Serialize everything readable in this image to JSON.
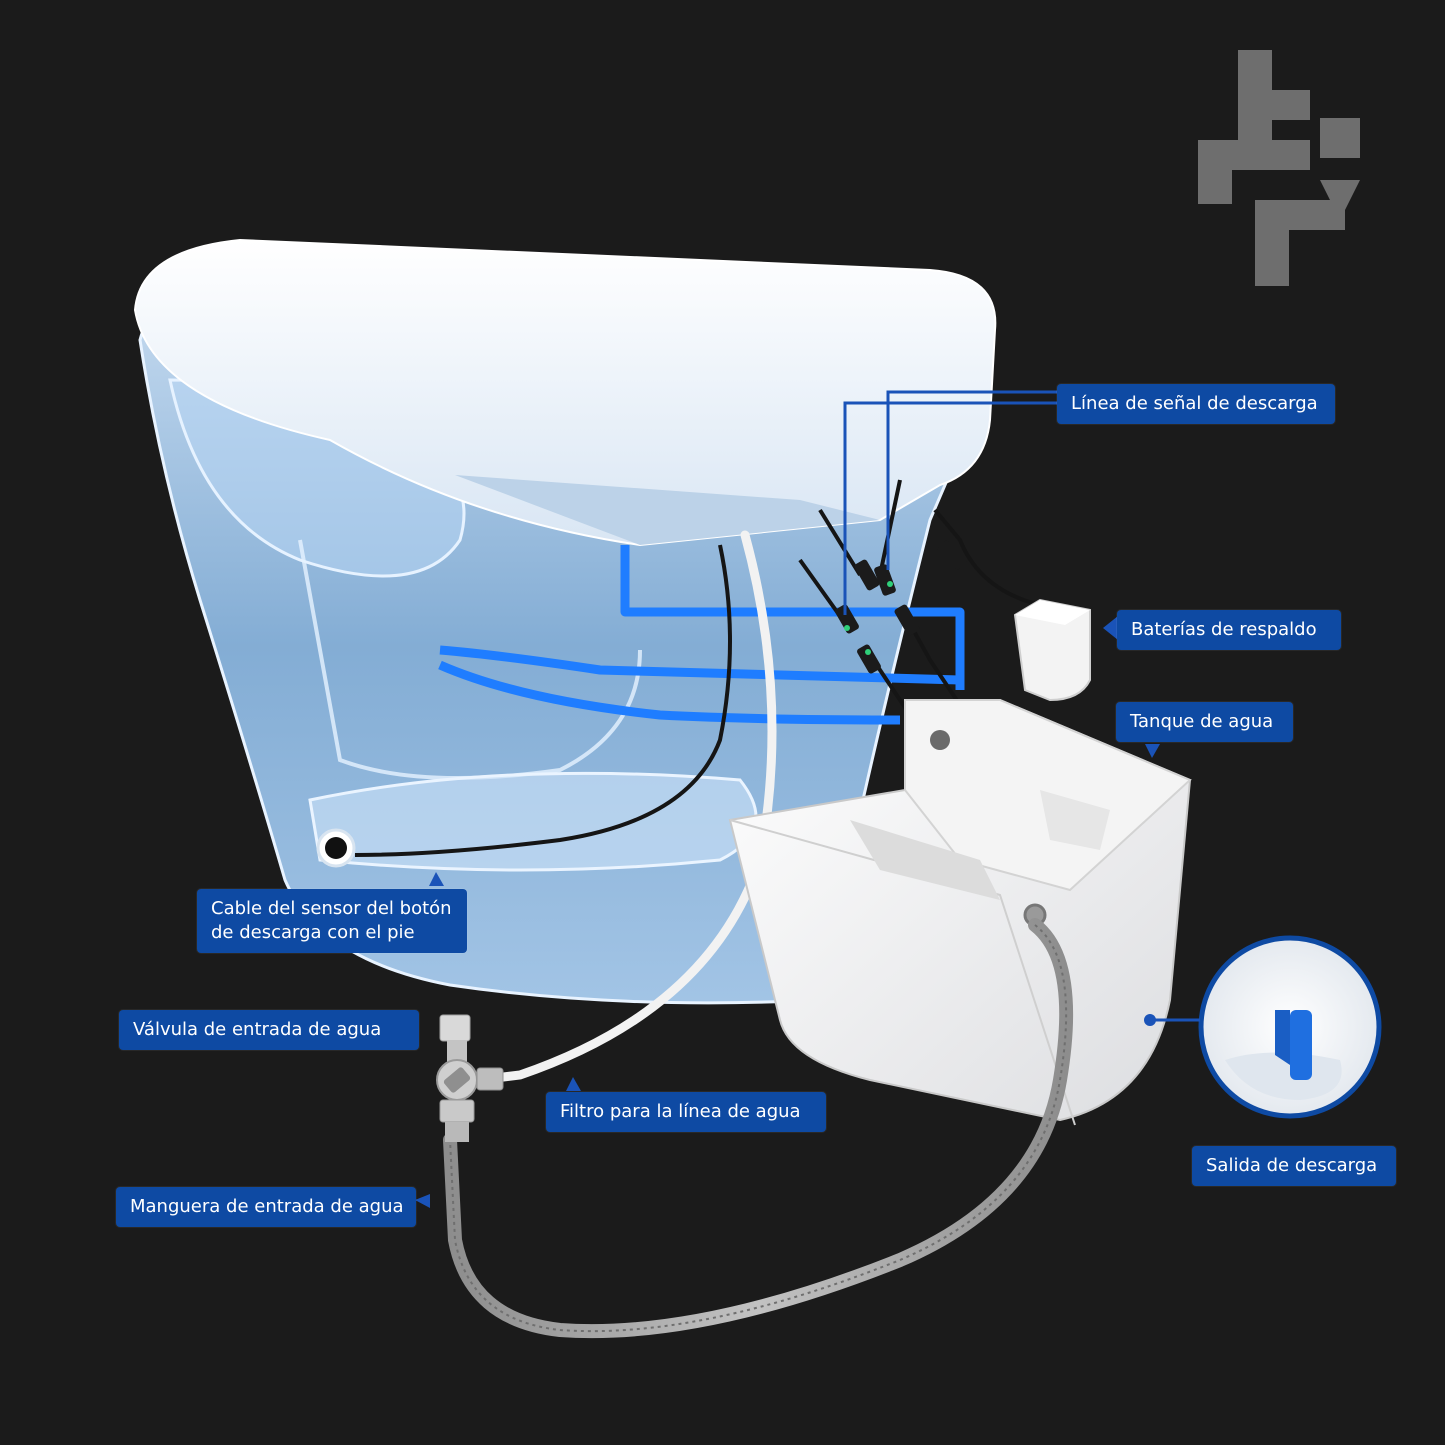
{
  "brand": {
    "logo_icon": "ts-monogram-logo-icon"
  },
  "colors": {
    "background": "#1b1b1b",
    "label_bg": "#0e4aa3",
    "label_text": "#ffffff",
    "accent_blue": "#1f7dff",
    "leader_line": "#1a53b8"
  },
  "labels": {
    "flush_signal_line": "Línea de señal de descarga",
    "backup_batteries": "Baterías de respaldo",
    "water_tank": "Tanque de agua",
    "foot_sensor_cable": "Cable del sensor del botón\nde descarga con el pie",
    "water_inlet_valve": "Válvula de entrada de agua",
    "water_line_filter": "Filtro para la línea de agua",
    "water_inlet_hose": "Manguera de entrada de agua",
    "flush_outlet": "Salida de descarga"
  },
  "icons": {
    "toilet": "toilet-cutaway-icon",
    "tank": "water-tank-icon",
    "battery": "battery-pack-icon",
    "valve": "inlet-valve-icon",
    "hose": "braided-hose-icon",
    "outlet_detail": "flush-outlet-detail-icon"
  }
}
